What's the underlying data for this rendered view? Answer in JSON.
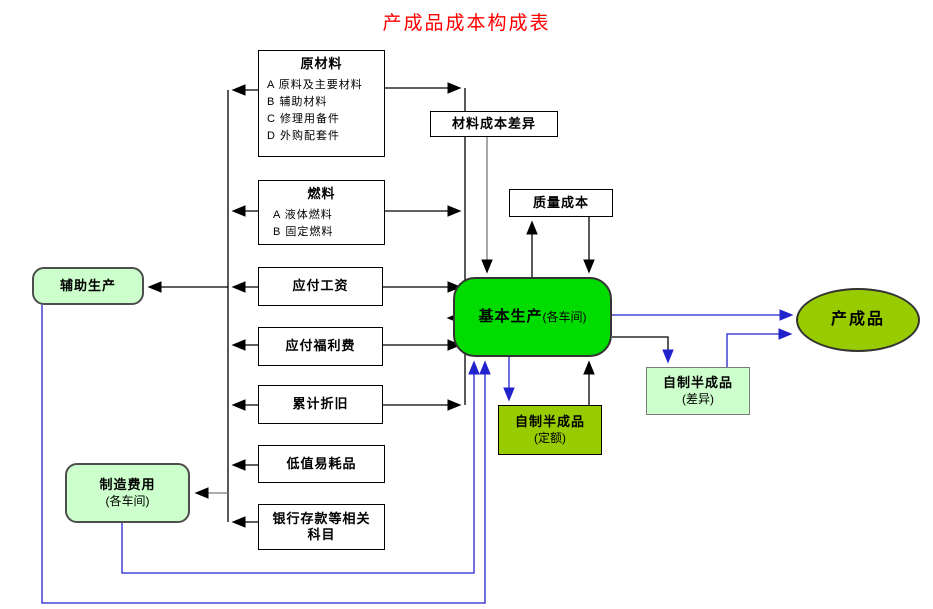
{
  "title": "产成品成本构成表",
  "colors": {
    "title_red": "#FF0000",
    "basic_production_green": "#00DC00",
    "olive_green": "#99CC00",
    "pale_green": "#CCFFCC",
    "blue_connector": "#2222CC",
    "black_connector": "#000000",
    "gray_connector": "#7A7A7A"
  },
  "nodes": {
    "raw_materials": {
      "title": "原材料",
      "items": [
        "A 原料及主要材料",
        "B 辅助材料",
        "C 修理用备件",
        "D 外购配套件"
      ]
    },
    "fuel": {
      "title": "燃料",
      "items": [
        "A 液体燃料",
        "B 固定燃料"
      ]
    },
    "payable_wages": {
      "label": "应付工资"
    },
    "payable_welfare": {
      "label": "应付福利费"
    },
    "accumulated_depreciation": {
      "label": "累计折旧"
    },
    "low_value_consumables": {
      "label": "低值易耗品"
    },
    "bank_deposit": {
      "line1": "银行存款等相关",
      "line2": "科目"
    },
    "material_cost_variance": {
      "label": "材料成本差异"
    },
    "quality_cost": {
      "label": "质量成本"
    },
    "basic_production": {
      "label": "基本生产",
      "sub": "(各车间)"
    },
    "auxiliary_production": {
      "label": "辅助生产"
    },
    "manufacturing_overhead": {
      "label": "制造费用",
      "sub": "(各车间)"
    },
    "semi_finished_quota": {
      "label": "自制半成品",
      "sub": "(定额)"
    },
    "semi_finished_variance": {
      "label": "自制半成品",
      "sub": "(差异)"
    },
    "finished_product": {
      "label": "产成品"
    }
  }
}
